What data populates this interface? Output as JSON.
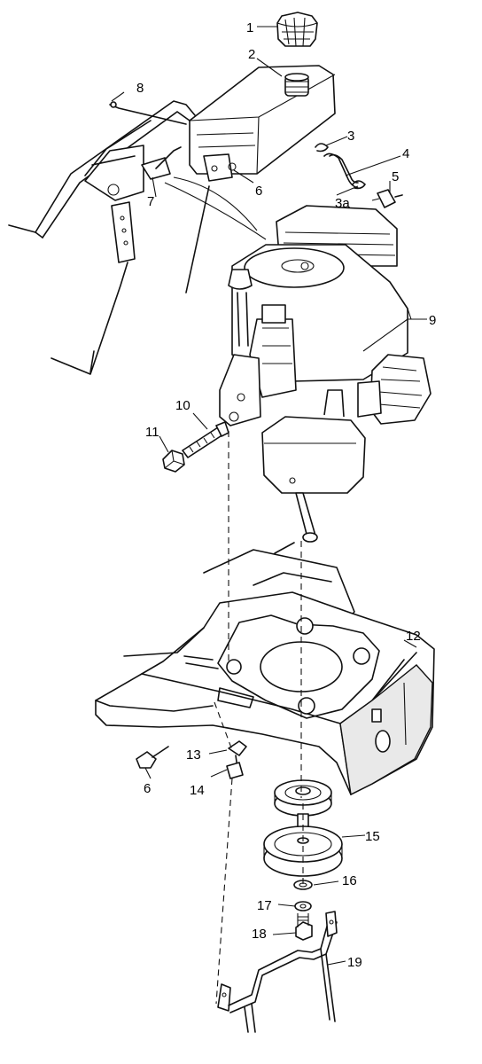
{
  "callouts": {
    "c1": "1",
    "c2": "2",
    "c3": "3",
    "c3a": "3a",
    "c4": "4",
    "c5": "5",
    "c6a": "6",
    "c6b": "6",
    "c7": "7",
    "c8": "8",
    "c9": "9",
    "c10": "10",
    "c11": "11",
    "c12": "12",
    "c13": "13",
    "c14": "14",
    "c15": "15",
    "c16": "16",
    "c17": "17",
    "c18": "18",
    "c19": "19"
  }
}
